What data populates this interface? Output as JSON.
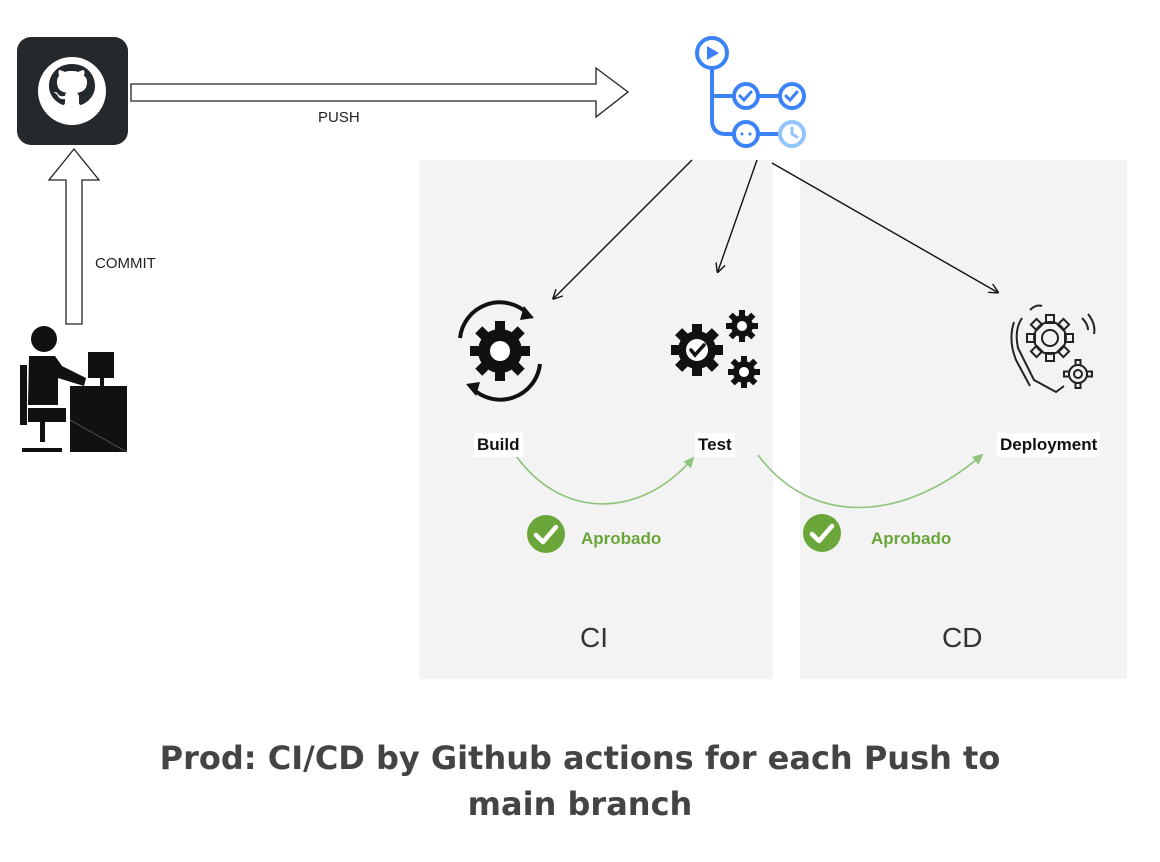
{
  "edges": {
    "push_label": "PUSH",
    "commit_label": "COMMIT"
  },
  "stages": {
    "build": "Build",
    "test": "Test",
    "deployment": "Deployment"
  },
  "approvals": {
    "build_to_test": "Aprobado",
    "test_to_deployment": "Aprobado"
  },
  "zones": {
    "ci": "CI",
    "cd": "CD"
  },
  "caption": {
    "line1": "Prod: CI/CD by Github actions for each Push to",
    "line2": "main branch"
  },
  "colors": {
    "actions_blue": "#3b82f6",
    "approved_green": "#6aa63a",
    "flow_green": "#8fc27a",
    "panel_gray": "#f3f3f3",
    "github_dark": "#24292e"
  },
  "icons": {
    "github": "github-icon",
    "actions": "github-actions-icon",
    "developer": "developer-at-desk-icon",
    "build": "build-gear-cycle-icon",
    "test": "test-gears-check-icon",
    "deployment": "deployment-gears-hand-icon",
    "approved": "check-circle-icon"
  }
}
